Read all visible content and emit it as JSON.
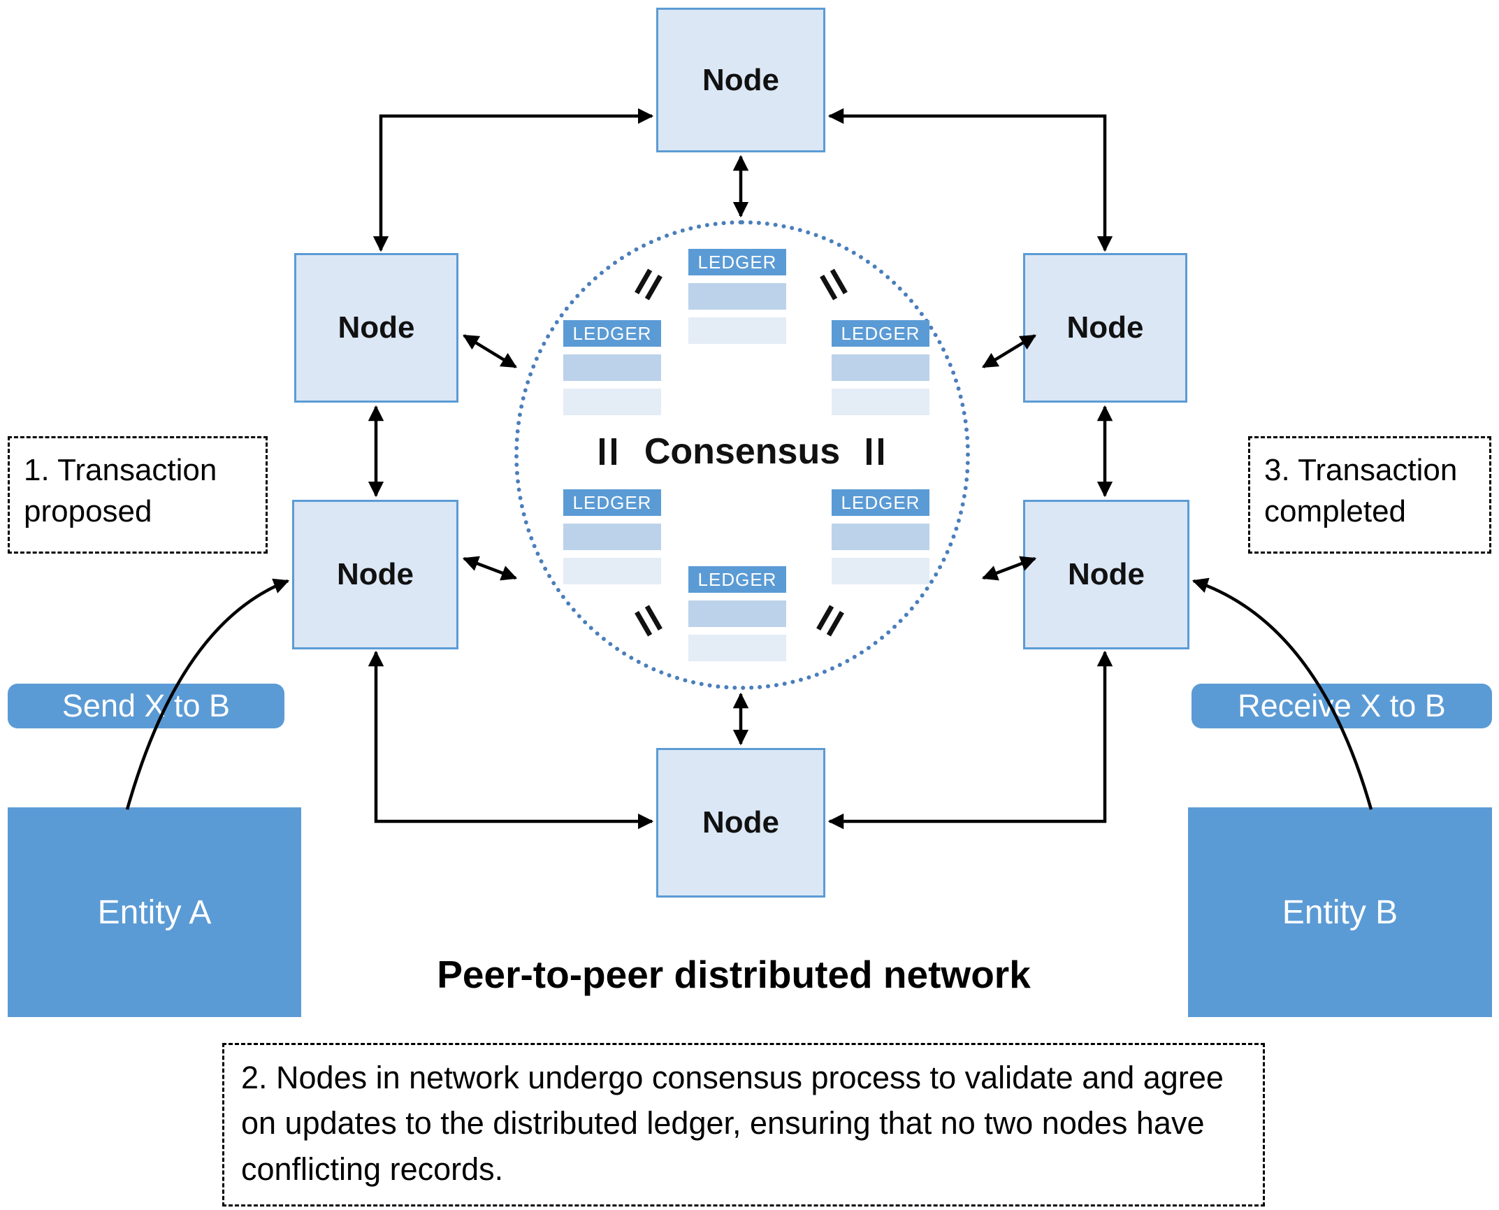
{
  "diagram": {
    "title": "Peer-to-peer distributed network",
    "node_label": "Node",
    "consensus_label": "Consensus",
    "ledger_label": "LEDGER",
    "annotations": {
      "step1": "1. Transaction proposed",
      "step2": "2. Nodes in network undergo consensus process to validate and agree on updates to the distributed ledger, ensuring that no two nodes have conflicting records.",
      "step3": "3. Transaction completed"
    },
    "flow_labels": {
      "send": "Send X to B",
      "receive": "Receive X to B"
    },
    "entities": {
      "entity_a": "Entity A",
      "entity_b": "Entity B"
    },
    "icons": {
      "equals_symbol": "="
    },
    "colors": {
      "accent_blue": "#5b9bd5",
      "node_fill": "#dbe7f5",
      "node_border": "#5b9bd5",
      "ledger_header": "#5b9bd5",
      "ledger_row_dark": "#bcd2ea",
      "ledger_row_light": "#e4ecf6",
      "circle_dotted": "#4a7ebb",
      "arrow": "#000000",
      "annotation_border": "#000000",
      "text_on_blue": "#ffffff"
    }
  }
}
